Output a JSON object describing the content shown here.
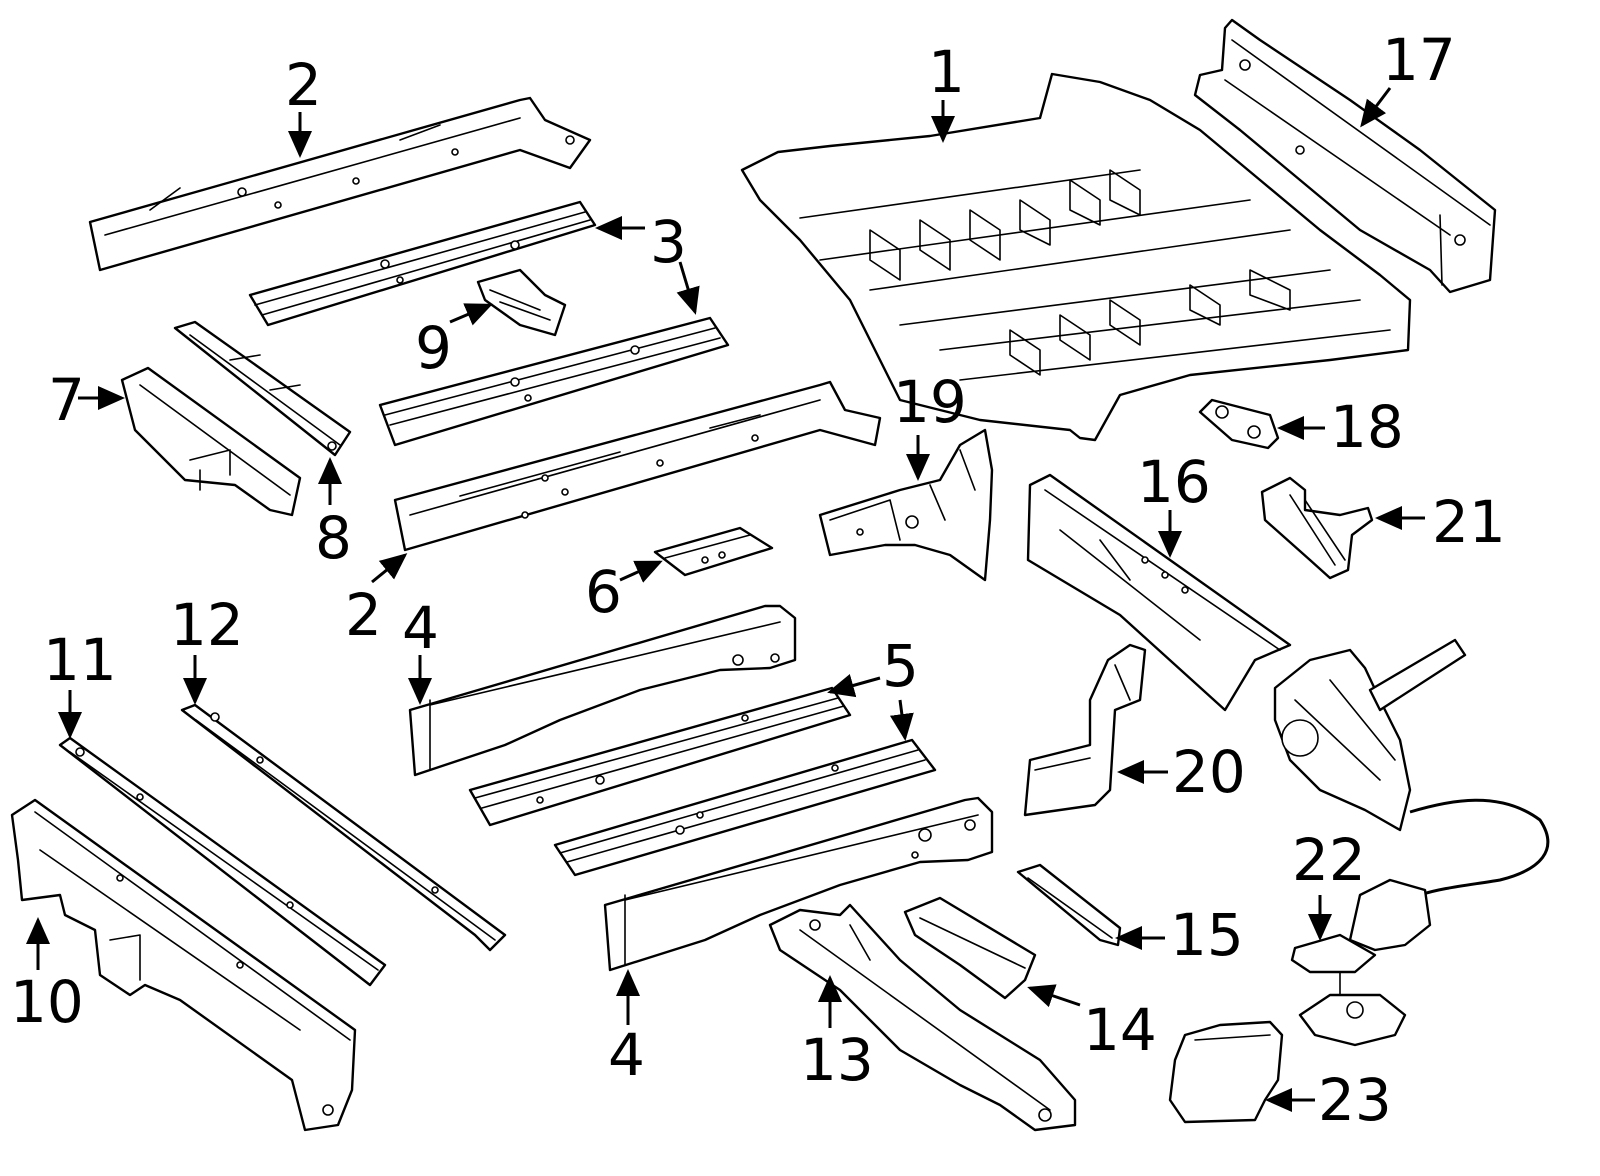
{
  "callouts": {
    "c1": "1",
    "c2a": "2",
    "c2b": "2",
    "c3": "3",
    "c4a": "4",
    "c4b": "4",
    "c5": "5",
    "c6": "6",
    "c7": "7",
    "c8": "8",
    "c9": "9",
    "c10": "10",
    "c11": "11",
    "c12": "12",
    "c13": "13",
    "c14": "14",
    "c15": "15",
    "c16": "16",
    "c17": "17",
    "c18": "18",
    "c19": "19",
    "c20": "20",
    "c21": "21",
    "c22": "22",
    "c23": "23"
  },
  "colors": {
    "line": "#000000",
    "background": "#ffffff"
  }
}
